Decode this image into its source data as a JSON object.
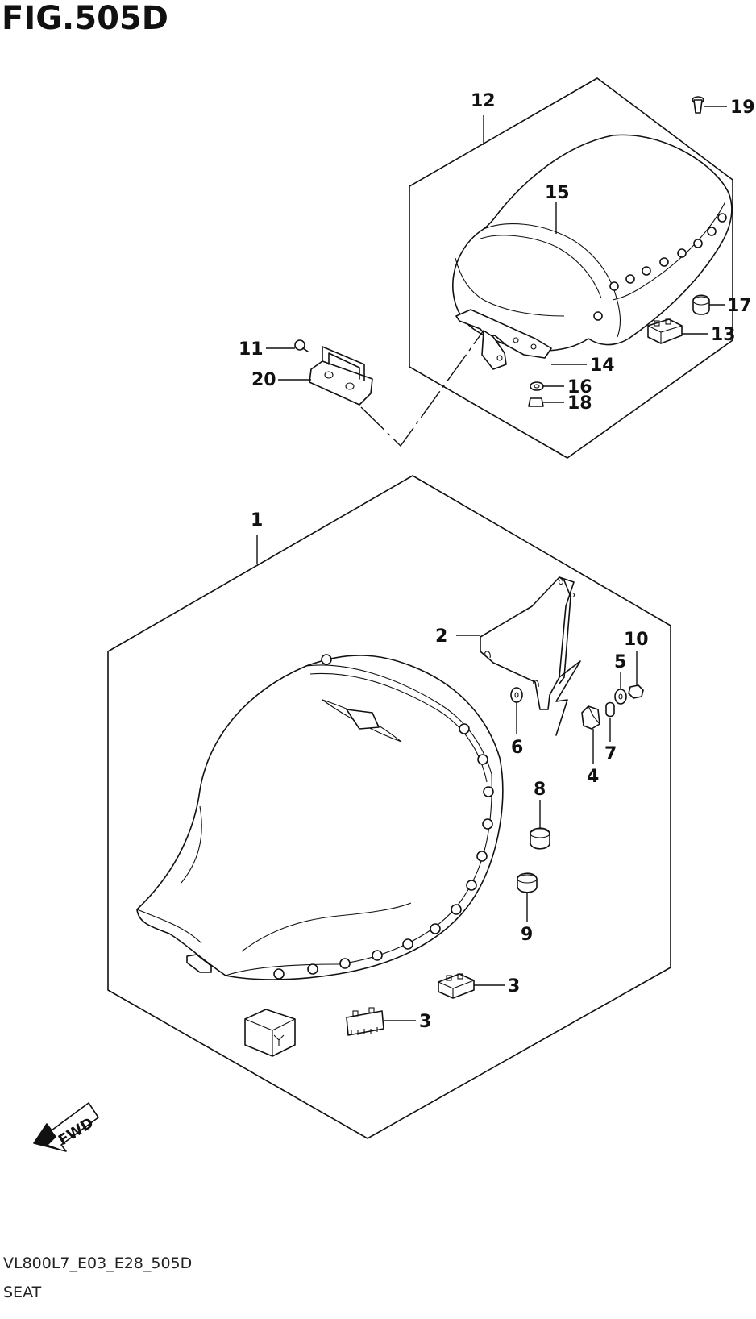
{
  "figure": {
    "title": "FIG.505D",
    "code": "VL800L7_E03_E28_505D",
    "name": "SEAT"
  },
  "callouts": {
    "c1": "1",
    "c2": "2",
    "c3a": "3",
    "c3b": "3",
    "c4": "4",
    "c5": "5",
    "c6": "6",
    "c7": "7",
    "c8": "8",
    "c9": "9",
    "c10": "10",
    "c11": "11",
    "c12": "12",
    "c13": "13",
    "c14": "14",
    "c15": "15",
    "c16": "16",
    "c17": "17",
    "c18": "18",
    "c19": "19",
    "c20": "20"
  },
  "fwd_arrow": {
    "label": "FWD"
  }
}
